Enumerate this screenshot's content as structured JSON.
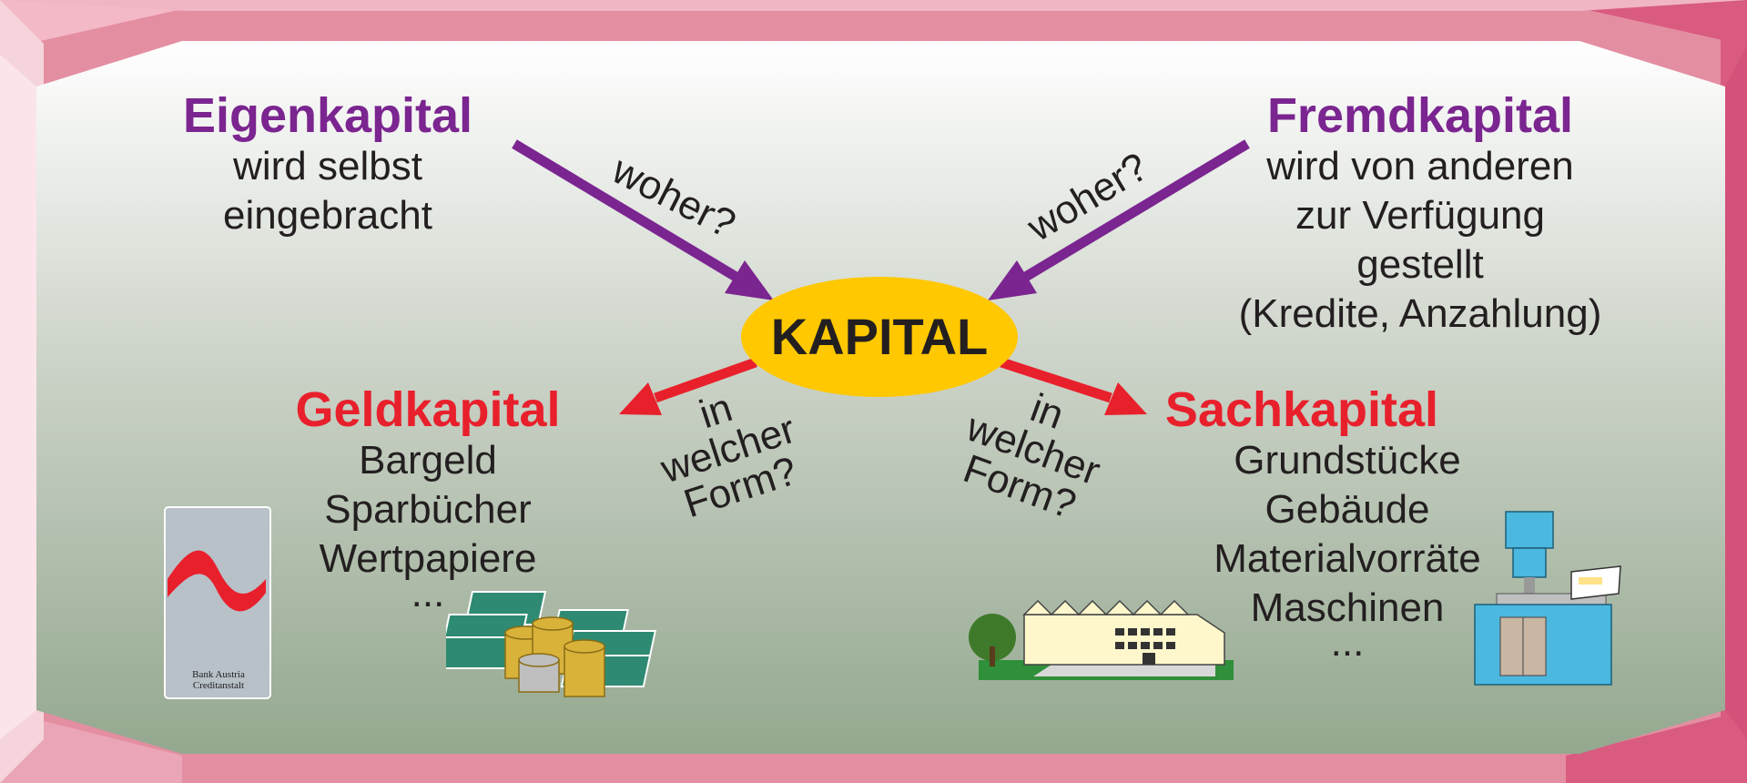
{
  "center": {
    "label": "KAPITAL"
  },
  "eigenkapital": {
    "title": "Eigenkapital",
    "lines": [
      "wird selbst",
      "eingebracht"
    ]
  },
  "fremdkapital": {
    "title": "Fremdkapital",
    "lines": [
      "wird von anderen",
      "zur Verfügung",
      "gestellt",
      "(Kredite, Anzahlung)"
    ]
  },
  "geldkapital": {
    "title": "Geldkapital",
    "lines": [
      "Bargeld",
      "Sparbücher",
      "Wertpapiere",
      "..."
    ]
  },
  "sachkapital": {
    "title": "Sachkapital",
    "lines": [
      "Grundstücke",
      "Gebäude",
      "Materialvorräte",
      "Maschinen",
      "..."
    ]
  },
  "questions": {
    "left_top": "woher?",
    "right_top": "woher?",
    "left_bottom": [
      "in",
      "welcher",
      "Form?"
    ],
    "right_bottom": [
      "in",
      "welcher",
      "Form?"
    ]
  },
  "bank_card": {
    "text_line1": "Bank Austria",
    "text_line2": "Creditanstalt"
  },
  "colors": {
    "purple": "#7b2590",
    "red": "#e8202c",
    "center_fill": "#ffc800",
    "frame_pink": "#e48ea2",
    "frame_dark": "#d95b80"
  },
  "icons": [
    "bank-book-icon",
    "money-stack-icon",
    "factory-building-icon",
    "machine-tool-icon"
  ]
}
